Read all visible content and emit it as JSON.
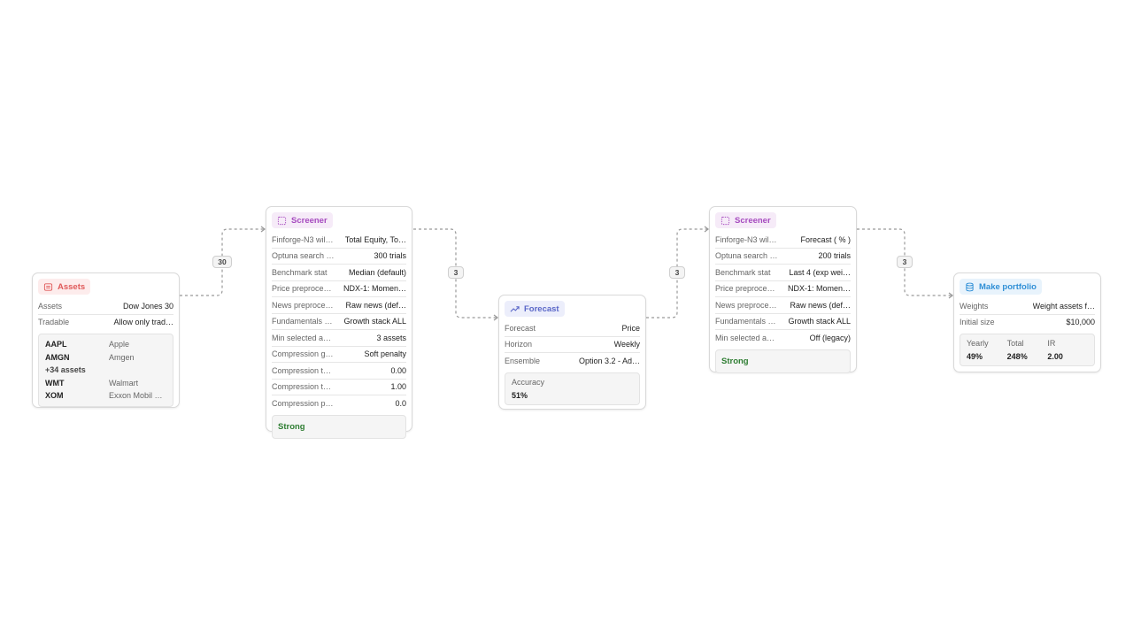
{
  "edges": [
    {
      "label": "30"
    },
    {
      "label": "3"
    },
    {
      "label": "3"
    },
    {
      "label": "3"
    }
  ],
  "assets": {
    "title": "Assets",
    "icon": "bank-icon",
    "color": "#e05a5a",
    "rows": [
      {
        "key": "Assets",
        "value": "Dow Jones 30"
      },
      {
        "key": "Tradable",
        "value": "Allow only trad…"
      }
    ],
    "list": [
      {
        "ticker": "AAPL",
        "name": "Apple"
      },
      {
        "ticker": "AMGN",
        "name": "Amgen"
      }
    ],
    "more": "+34 assets",
    "list_tail": [
      {
        "ticker": "WMT",
        "name": "Walmart"
      },
      {
        "ticker": "XOM",
        "name": "Exxon Mobil …"
      }
    ]
  },
  "screener1": {
    "title": "Screener",
    "icon": "dashed-square-icon",
    "color": "#a64bbf",
    "rows": [
      {
        "key": "Finforge-N3 wil…",
        "value": "Total Equity, To…"
      },
      {
        "key": "Optuna search …",
        "value": "300 trials"
      },
      {
        "key": "Benchmark stat",
        "value": "Median (default)"
      },
      {
        "key": "Price preproce…",
        "value": "NDX-1: Momen…"
      },
      {
        "key": "News preproce…",
        "value": "Raw news (def…"
      },
      {
        "key": "Fundamentals …",
        "value": "Growth stack ALL"
      },
      {
        "key": "Min selected a…",
        "value": "3 assets"
      },
      {
        "key": "Compression g…",
        "value": "Soft penalty"
      },
      {
        "key": "Compression t…",
        "value": "0.00"
      },
      {
        "key": "Compression t…",
        "value": "1.00"
      },
      {
        "key": "Compression p…",
        "value": "0.0"
      }
    ],
    "rating": "Strong"
  },
  "forecast": {
    "title": "Forecast",
    "icon": "trend-up-icon",
    "color": "#5a67c8",
    "rows": [
      {
        "key": "Forecast",
        "value": "Price"
      },
      {
        "key": "Horizon",
        "value": "Weekly"
      },
      {
        "key": "Ensemble",
        "value": "Option 3.2 - Ad…"
      }
    ],
    "metric_label": "Accuracy",
    "metric_value": "51%"
  },
  "screener2": {
    "title": "Screener",
    "icon": "dashed-square-icon",
    "color": "#a64bbf",
    "rows": [
      {
        "key": "Finforge-N3 wil…",
        "value": "Forecast ( % )"
      },
      {
        "key": "Optuna search …",
        "value": "200 trials"
      },
      {
        "key": "Benchmark stat",
        "value": "Last 4 (exp wei…"
      },
      {
        "key": "Price preproce…",
        "value": "NDX-1: Momen…"
      },
      {
        "key": "News preproce…",
        "value": "Raw news (def…"
      },
      {
        "key": "Fundamentals …",
        "value": "Growth stack ALL"
      },
      {
        "key": "Min selected a…",
        "value": "Off (legacy)"
      }
    ],
    "rating": "Strong"
  },
  "portfolio": {
    "title": "Make portfolio",
    "icon": "database-icon",
    "color": "#2f8fd6",
    "rows": [
      {
        "key": "Weights",
        "value": "Weight assets f…"
      },
      {
        "key": "Initial size",
        "value": "$10,000"
      }
    ],
    "stats": [
      {
        "label": "Yearly",
        "value": "49%"
      },
      {
        "label": "Total",
        "value": "248%"
      },
      {
        "label": "IR",
        "value": "2.00"
      }
    ]
  }
}
